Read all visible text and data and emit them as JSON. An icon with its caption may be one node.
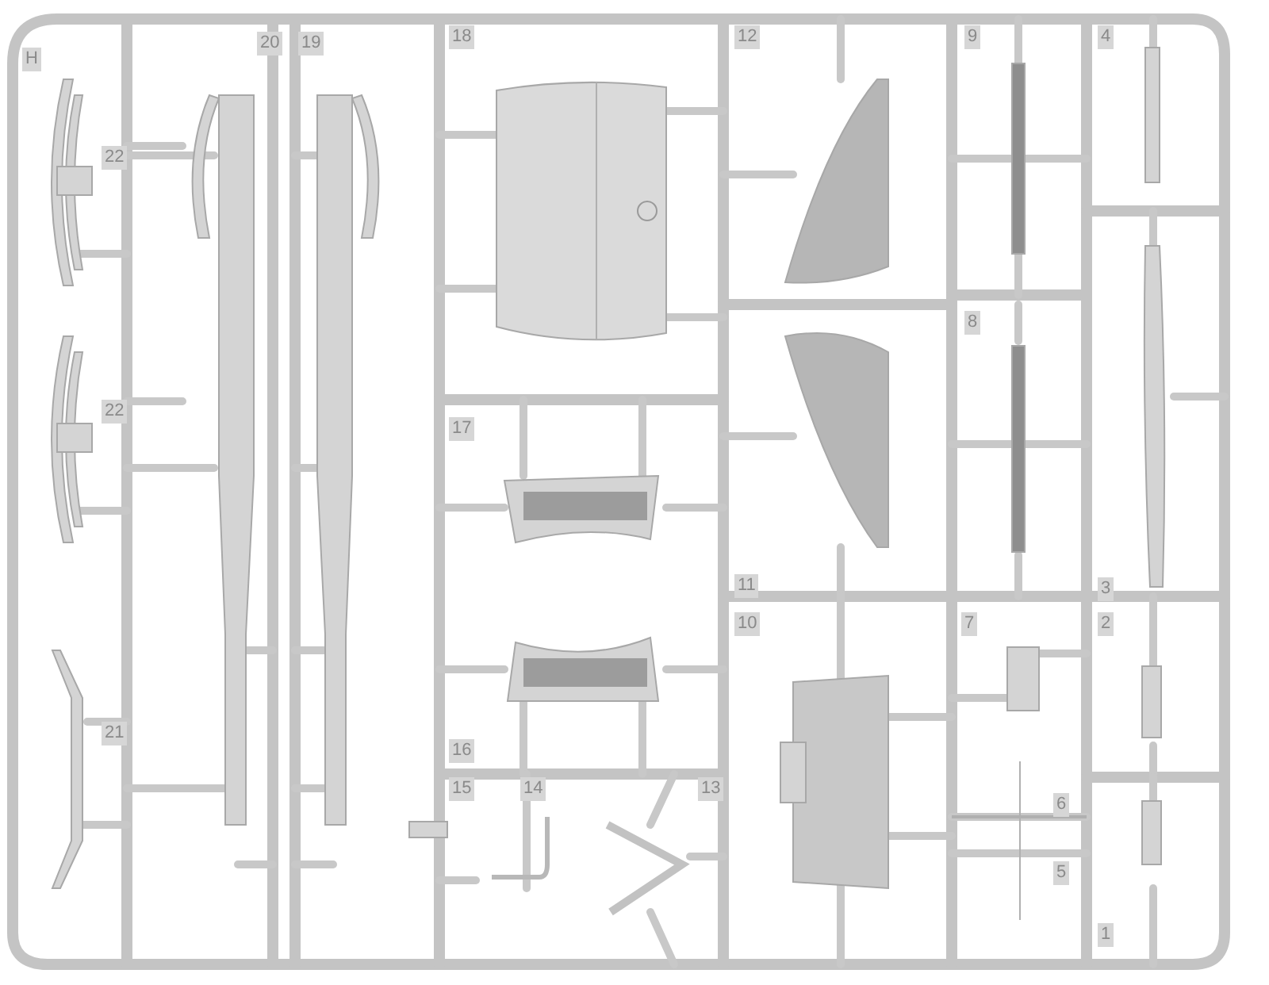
{
  "diagram": {
    "labels": [
      "H",
      "20",
      "19",
      "18",
      "12",
      "9",
      "4",
      "22",
      "8",
      "22",
      "17",
      "11",
      "3",
      "10",
      "7",
      "2",
      "21",
      "16",
      "15",
      "14",
      "13",
      "6",
      "5",
      "1"
    ]
  }
}
